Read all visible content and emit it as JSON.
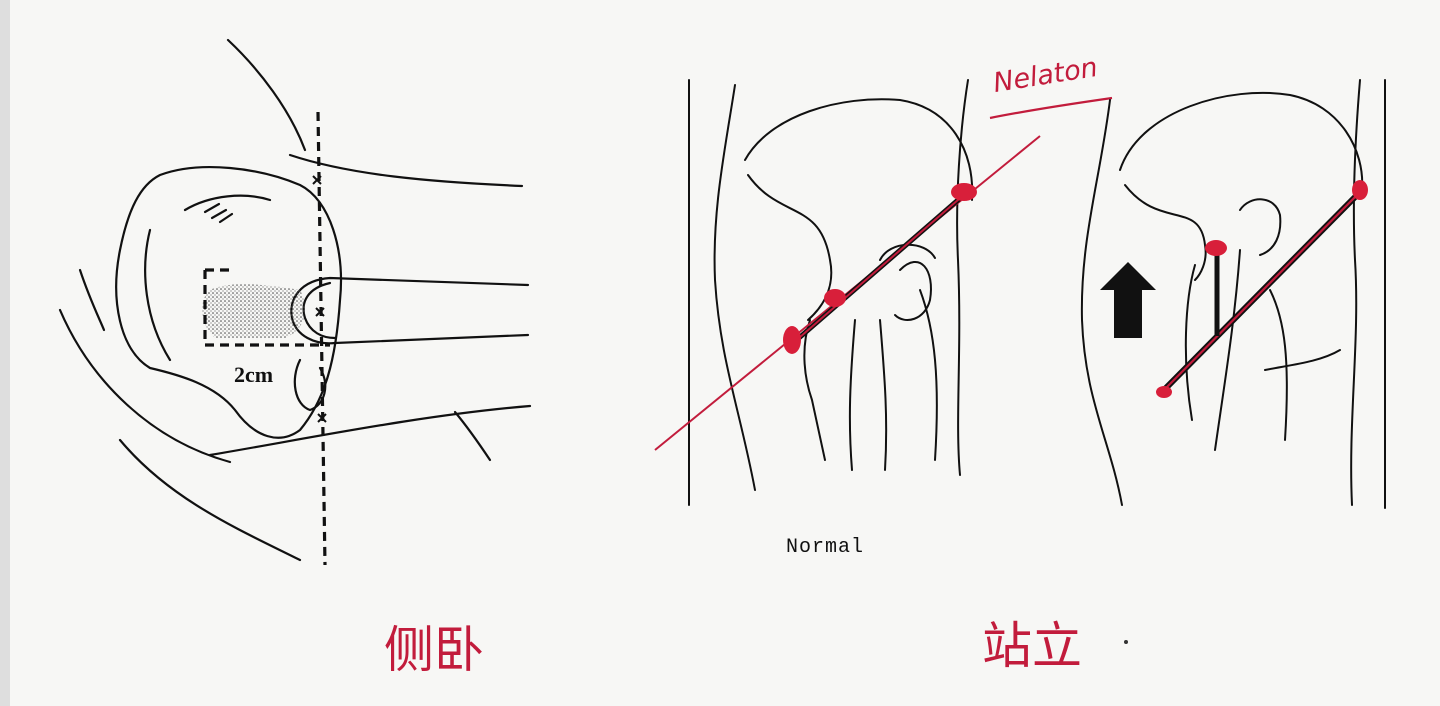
{
  "left_figure": {
    "measure_label": "2cm",
    "caption": "侧卧"
  },
  "right_figure": {
    "line_label": "Nelaton",
    "normal_label": "Normal",
    "caption": "站立"
  },
  "colors": {
    "annotation": "#c21c3c",
    "ink": "#111111",
    "background": "#f7f7f5"
  }
}
